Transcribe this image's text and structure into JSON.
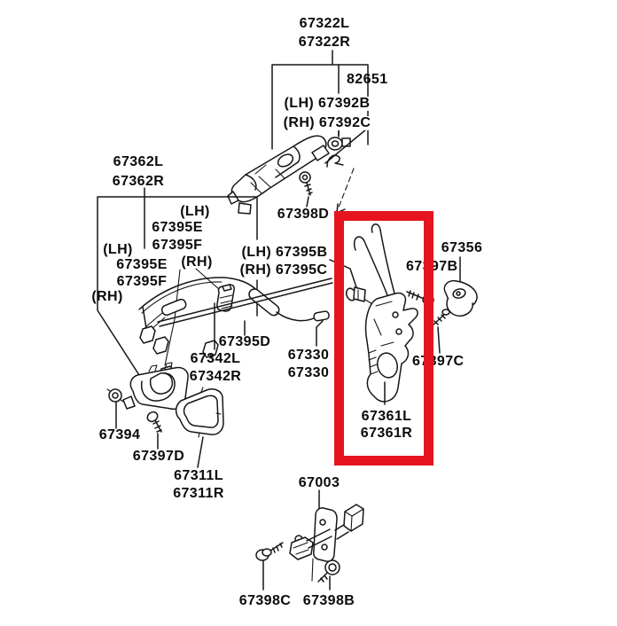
{
  "canvas": {
    "background": "#ffffff",
    "line_color": "#161616",
    "highlight_color": "#e6141e"
  },
  "part_labels": {
    "outer_handle": [
      "67322L",
      "67322R"
    ],
    "outer_handle_seal": "82651",
    "key_cylinder": [
      "(LH) 67392B",
      "(RH) 67392C"
    ],
    "inner_assembly": [
      "67362L",
      "67362R"
    ],
    "clip_group_upper": [
      "(LH)",
      "67395E",
      "67395F",
      "(RH)"
    ],
    "clip_group_lower": [
      "(LH)",
      "67395E",
      "67395F",
      "(RH)"
    ],
    "outer_handle_screw": "67398D",
    "rod_clips": [
      "(LH) 67395B",
      "(RH) 67395C"
    ],
    "striker": "67356",
    "striker_bolt": "67397B",
    "latch_bolt": "67397C",
    "cable_clip": "67395D",
    "handle_cables": [
      "67342L",
      "67342R"
    ],
    "cables": [
      "67330",
      "67330"
    ],
    "door_latch": [
      "67361L",
      "67361R"
    ],
    "handle_nut": "67394",
    "handle_screw": "67397D",
    "handle_bezel": [
      "67311L",
      "67311R"
    ],
    "door_check": "67003",
    "check_bolt_left": "67398C",
    "check_bolt_right": "67398B"
  }
}
